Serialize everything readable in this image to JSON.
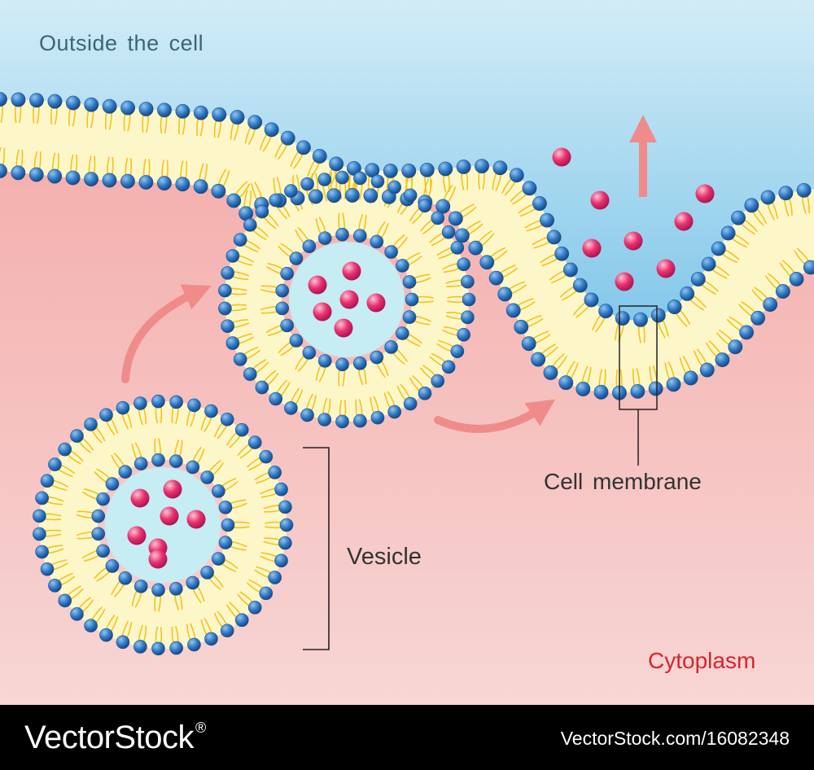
{
  "labels": {
    "outside": "Outside the cell",
    "membrane": "Cell membrane",
    "vesicle": "Vesicle",
    "cytoplasm": "Cytoplasm"
  },
  "footer": {
    "brand": "VectorStock",
    "reg_mark": "®",
    "url": "VectorStock.com/16082348"
  },
  "colors": {
    "outside_top": "#d2ecf7",
    "outside_bottom": "#84c8ea",
    "cytoplasm_top": "#f3a4a2",
    "cytoplasm_bottom": "#f7d6d4",
    "lipid_head": "#2f78c4",
    "lipid_tail": "#f2c418",
    "membrane_fill": "#fdf6c8",
    "vesicle_lumen": "#c6ecf4",
    "cargo": "#e8336f",
    "arrow": "#ef8c8a",
    "cytoplasm_label": "#d8252f",
    "outside_label": "#3b6672",
    "footer_bg": "#000000"
  },
  "icons": {
    "upward_arrow": "arrow-up-icon",
    "curved_arrows": "curved-arrow-icon",
    "bracket": "bracket-icon"
  }
}
